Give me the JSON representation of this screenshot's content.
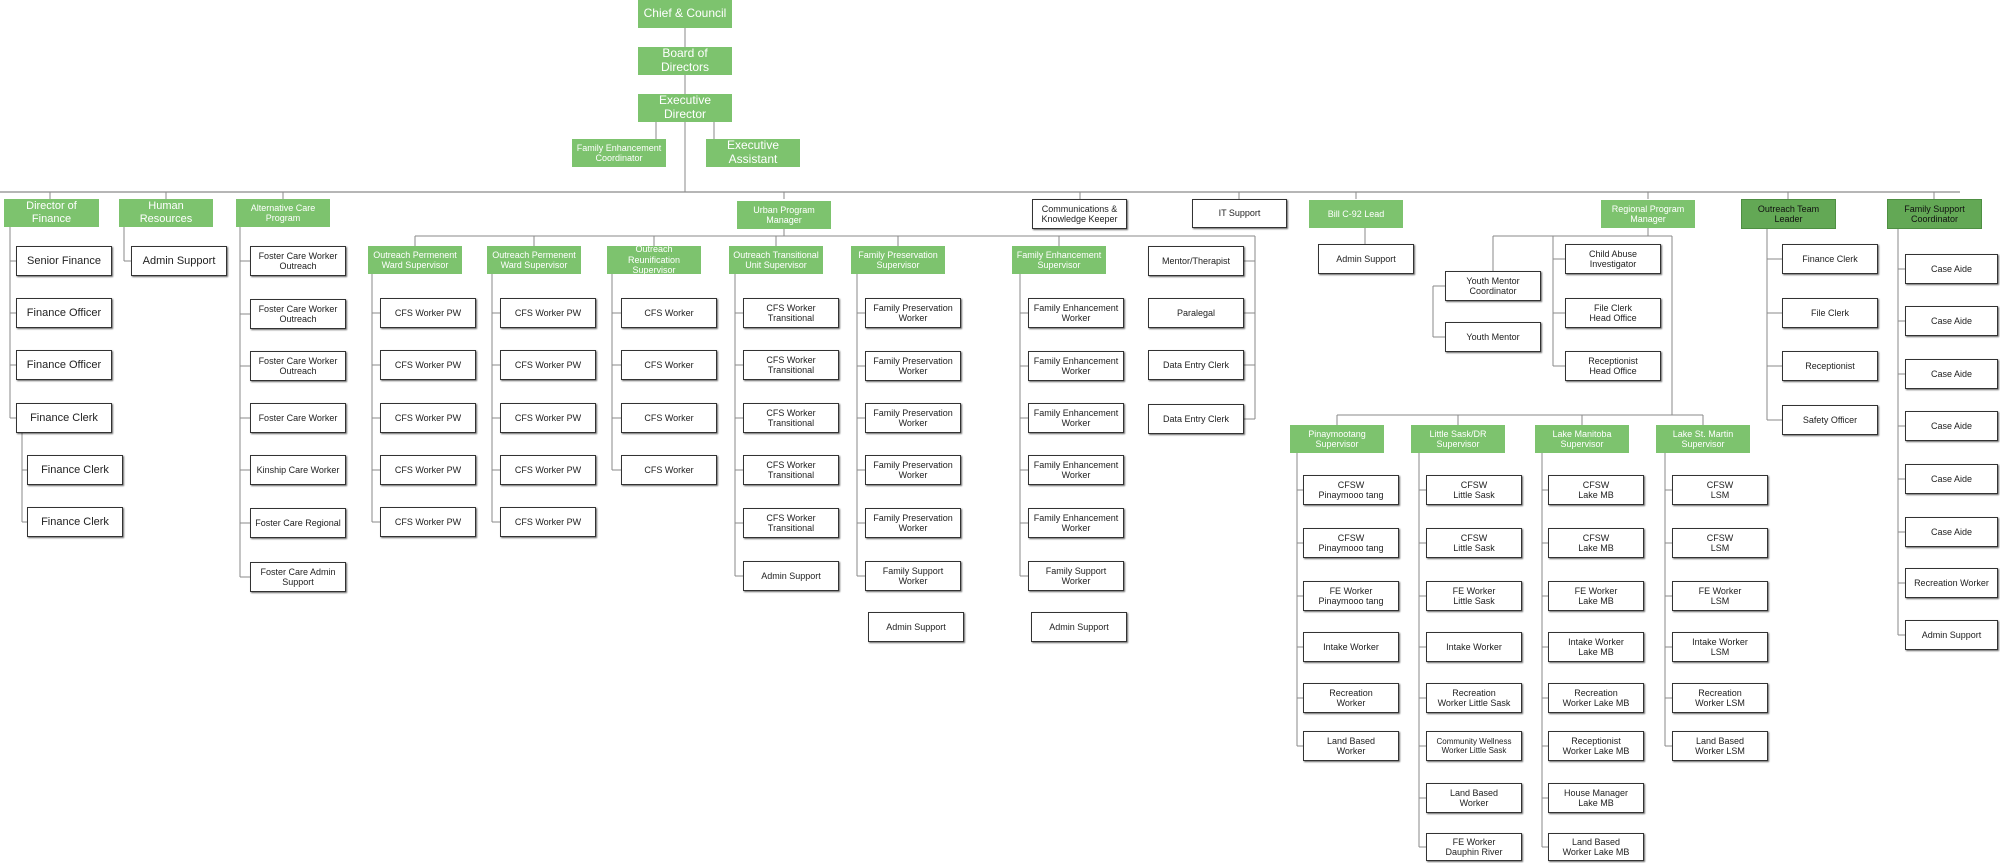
{
  "chart": {
    "nodes": {
      "chief": "Chief & Council",
      "board": "Board of Directors",
      "exec": "Executive Director",
      "fe_coord": "Family Enhancement\nCoordinator",
      "exec_asst": "Executive Assistant",
      "dir_fin": "Director of Finance",
      "hr": "Human Resources",
      "alt_care": "Alternative Care\nProgram",
      "urban": "Urban Program\nManager",
      "comm": "Communications &\nKnowledge Keeper",
      "it": "IT Support",
      "billc": "Bill C-92 Lead",
      "regional": "Regional Program\nManager",
      "outreach_lead": "Outreach Team Leader",
      "fsc": "Family Support\nCoordinator",
      "senior_fin": "Senior Finance",
      "fin_off1": "Finance Officer",
      "fin_off2": "Finance Officer",
      "fin_clerk1": "Finance Clerk",
      "fin_clerk2": "Finance Clerk",
      "fin_clerk3": "Finance Clerk",
      "hr_admin": "Admin Support",
      "fcw_out1": "Foster Care Worker\nOutreach",
      "fcw_out2": "Foster Care Worker\nOutreach",
      "fcw_out3": "Foster Care Worker\nOutreach",
      "fcw": "Foster Care Worker",
      "kinship": "Kinship Care Worker",
      "fc_regional": "Foster Care Regional",
      "fc_admin": "Foster Care Admin\nSupport",
      "opw1": "Outreach Permenent\nWard Supervisor",
      "opw2": "Outreach Permenent\nWard Supervisor",
      "oreun": "Outreach Reunification\nSupervisor",
      "otrans": "Outreach Transitional\nUnit Supervisor",
      "fp_sup": "Family Preservation\nSupervisor",
      "fe_sup": "Family Enhancement\nSupervisor",
      "mentor": "Mentor/Therapist",
      "paralegal": "Paralegal",
      "dec1": "Data Entry Clerk",
      "dec2": "Data Entry Clerk",
      "pw1_1": "CFS Worker PW",
      "pw1_2": "CFS Worker PW",
      "pw1_3": "CFS Worker PW",
      "pw1_4": "CFS Worker PW",
      "pw1_5": "CFS Worker PW",
      "pw2_1": "CFS Worker PW",
      "pw2_2": "CFS Worker PW",
      "pw2_3": "CFS Worker PW",
      "pw2_4": "CFS Worker PW",
      "pw2_5": "CFS Worker PW",
      "cfs1": "CFS Worker",
      "cfs2": "CFS Worker",
      "cfs3": "CFS Worker",
      "cfs4": "CFS Worker",
      "tr1": "CFS Worker Transitional",
      "tr2": "CFS Worker Transitional",
      "tr3": "CFS Worker Transitional",
      "tr4": "CFS Worker Transitional",
      "tr5": "CFS Worker Transitional",
      "tr_admin": "Admin Support",
      "fpw1": "Family Preservation\nWorker",
      "fpw2": "Family Preservation\nWorker",
      "fpw3": "Family Preservation\nWorker",
      "fpw4": "Family Preservation\nWorker",
      "fpw5": "Family Preservation\nWorker",
      "fp_fsw": "Family Support\nWorker",
      "fp_admin": "Admin Support",
      "few1": "Family Enhancement\nWorker",
      "few2": "Family Enhancement\nWorker",
      "few3": "Family Enhancement\nWorker",
      "few4": "Family Enhancement\nWorker",
      "few5": "Family Enhancement\nWorker",
      "fe_fsw": "Family Support\nWorker",
      "fe_admin": "Admin Support",
      "billc_admin": "Admin Support",
      "ym_coord": "Youth Mentor\nCoordinator",
      "ym": "Youth Mentor",
      "cai": "Child Abuse\nInvestigator",
      "fc_head": "File Clerk\nHead Office",
      "rec_head": "Receptionist\nHead Office",
      "pin_sup": "Pinaymootang\nSupervisor",
      "ls_sup": "Little Sask/DR\nSupervisor",
      "lm_sup": "Lake Manitoba\nSupervisor",
      "lsm_sup": "Lake St. Martin\nSupervisor",
      "pin1": "CFSW\nPinaymooo tang",
      "pin2": "CFSW\nPinaymooo tang",
      "pin3": "FE Worker\nPinaymooo tang",
      "pin4": "Intake Worker",
      "pin5": "Recreation\nWorker",
      "pin6": "Land Based\nWorker",
      "ls1": "CFSW\nLittle Sask",
      "ls2": "CFSW\nLittle Sask",
      "ls3": "FE Worker\nLittle Sask",
      "ls4": "Intake Worker",
      "ls5": "Recreation\nWorker Little Sask",
      "ls6": "Community Wellness\nWorker Little Sask",
      "ls7": "Land Based\nWorker",
      "ls8": "FE Worker\nDauphin River",
      "lm1": "CFSW\nLake MB",
      "lm2": "CFSW\nLake MB",
      "lm3": "FE Worker\nLake MB",
      "lm4": "Intake Worker\nLake MB",
      "lm5": "Recreation\nWorker Lake MB",
      "lm6": "Receptionist\nWorker Lake MB",
      "lm7": "House Manager\nLake MB",
      "lm8": "Land Based\nWorker Lake MB",
      "lsm1": "CFSW\nLSM",
      "lsm2": "CFSW\nLSM",
      "lsm3": "FE Worker\nLSM",
      "lsm4": "Intake Worker\nLSM",
      "lsm5": "Recreation\nWorker LSM",
      "lsm6": "Land Based\nWorker LSM",
      "ot1": "Finance Clerk",
      "ot2": "File Clerk",
      "ot3": "Receptionist",
      "ot4": "Safety Officer",
      "fs1": "Case Aide",
      "fs2": "Case Aide",
      "fs3": "Case Aide",
      "fs4": "Case Aide",
      "fs5": "Case Aide",
      "fs6": "Case Aide",
      "fs7": "Recreation Worker",
      "fs8": "Admin Support"
    }
  }
}
